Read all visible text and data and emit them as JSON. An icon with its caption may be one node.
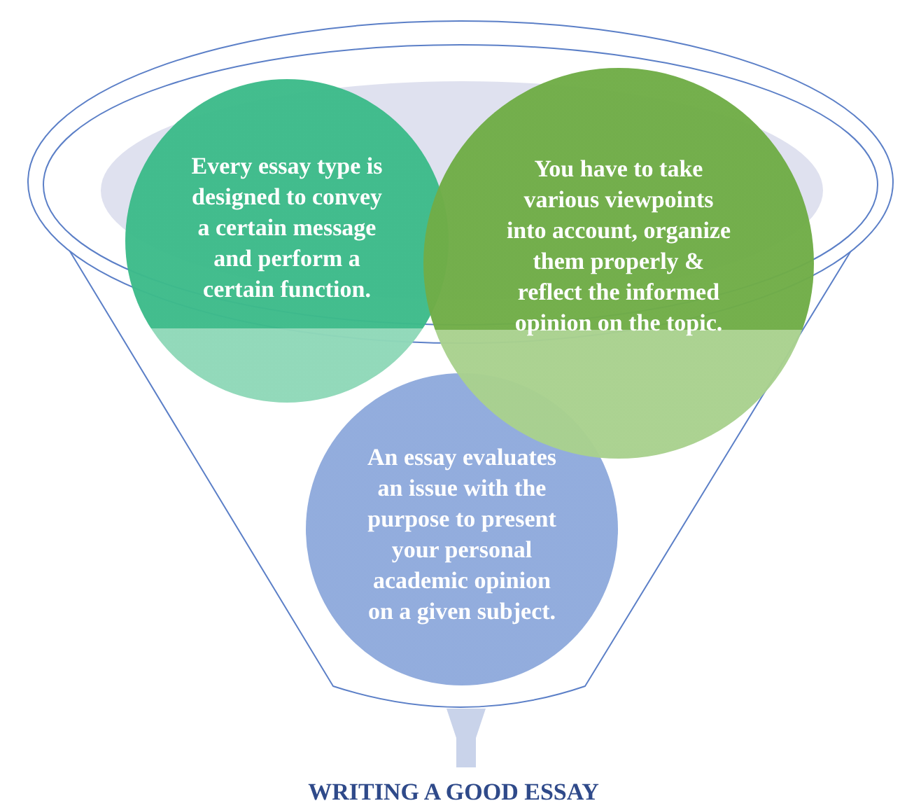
{
  "diagram": {
    "nodes": [
      {
        "text": [],
        "shape": "funnel"
      },
      {
        "text": [
          "Every essay type is designed to convey a certain message and perform a certain function."
        ]
      },
      {
        "text": [
          "You have to take various viewpoints into account, organize them properly & reflect the informed opinion on the topic."
        ]
      },
      {
        "text": [
          "An essay evaluates an issue with the purpose to present your personal academic opinion on a given subject."
        ],
        "in": 0
      },
      {
        "text": [
          "WRITING A GOOD ESSAY"
        ]
      }
    ],
    "edges": [
      {
        "from": 0,
        "to": 4,
        "arrow": "to"
      }
    ]
  }
}
